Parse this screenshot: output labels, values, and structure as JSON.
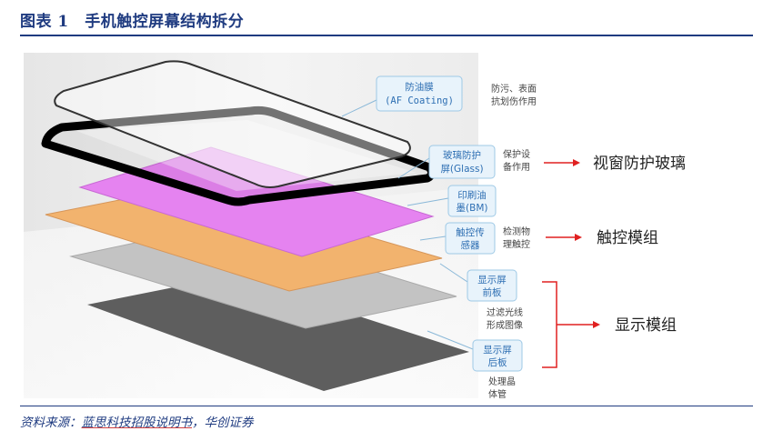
{
  "header": {
    "title": "图表 1　手机触控屏幕结构拆分"
  },
  "callouts": {
    "af": {
      "line1": "防油膜",
      "line2": "(AF Coating)",
      "desc1": "防污、表面",
      "desc2": "抗划伤作用"
    },
    "glass": {
      "line1": "玻璃防护",
      "line2": "屏(Glass)",
      "desc1": "保护设",
      "desc2": "备作用"
    },
    "bm": {
      "line1": "印刷油",
      "line2": "墨(BM)"
    },
    "sensor": {
      "line1": "触控传",
      "line2": "感器",
      "desc1": "检测物",
      "desc2": "理触控"
    },
    "front": {
      "line1": "显示屏",
      "line2": "前板",
      "desc1": "过滤光线",
      "desc2": "形成图像"
    },
    "back": {
      "line1": "显示屏",
      "line2": "后板",
      "desc1": "处理晶",
      "desc2": "体管"
    }
  },
  "modules": {
    "cover": "视窗防护玻璃",
    "touch": "触控模组",
    "display": "显示模组"
  },
  "source": {
    "prefix": "资料来源：",
    "underlined": "蓝思科技招股说明书",
    "suffix": "，华创证券"
  },
  "colors": {
    "title": "#1f3b80",
    "callout_fill": "#e8f3fb",
    "callout_stroke": "#9ec9e6",
    "callout_text": "#2e6fb3",
    "module_arrow": "#e02020",
    "ink_layer": "#e583f0",
    "sensor_layer": "#f2b36e",
    "front_panel": "#c3c3c3",
    "back_panel": "#5e5e5e"
  }
}
